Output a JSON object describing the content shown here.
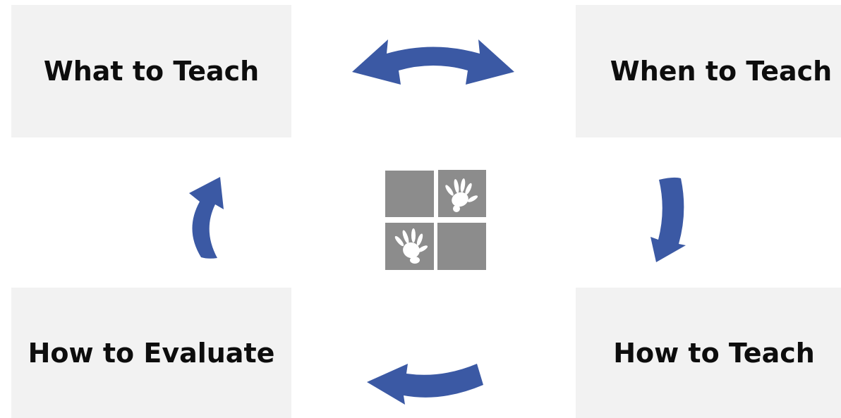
{
  "boxes": {
    "top_left": "What to Teach",
    "top_right": "When to Teach",
    "bottom_left": "How to Evaluate",
    "bottom_right": "How to Teach"
  },
  "colors": {
    "box_fill": "#f2f2f2",
    "arrow": "#3b59a4",
    "logo_gray": "#8c8c8c",
    "text": "#0d0d0d"
  },
  "icons": {
    "center": "handprint-tiles-logo",
    "arrows": [
      "double-arrow-top",
      "arrow-right-down",
      "arrow-bottom-left",
      "arrow-left-up"
    ]
  }
}
